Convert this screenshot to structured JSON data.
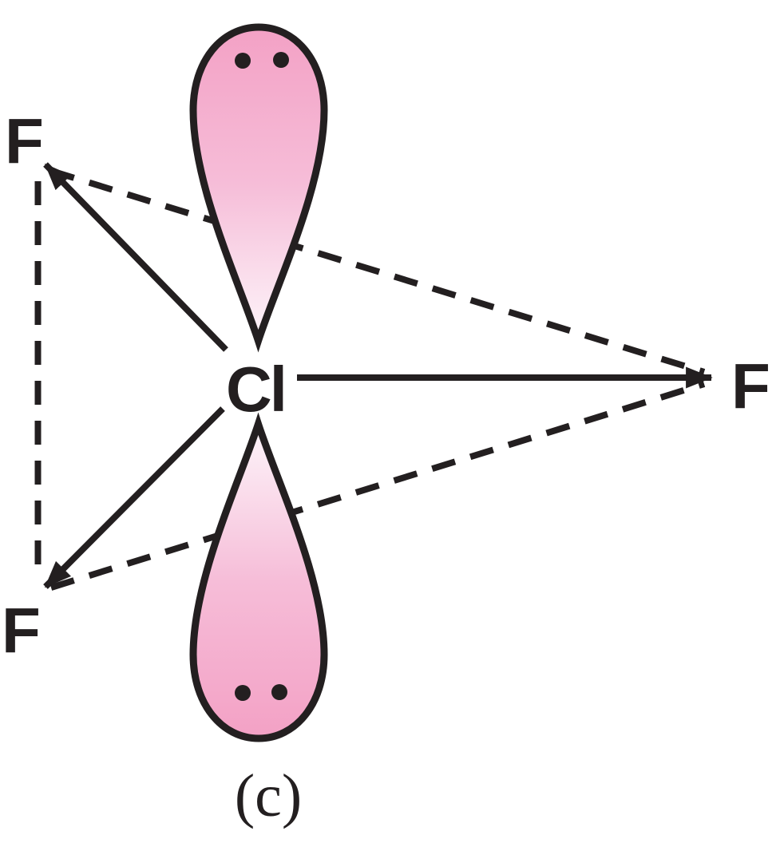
{
  "caption": "(c)",
  "atoms": {
    "central": "Cl",
    "top_left": "F",
    "bottom_left": "F",
    "right": "F"
  },
  "lone_pairs": {
    "top": {
      "position": "above central atom",
      "electron_dots": 2
    },
    "bottom": {
      "position": "below central atom",
      "electron_dots": 2
    }
  },
  "bonds": {
    "solid_arrows": [
      "Cl to F (top-left)",
      "Cl to F (right)",
      "Cl to F (bottom-left)"
    ],
    "dashed_edges": [
      "F (top-left) to F (bottom-left)",
      "F (top-left) to F (right)",
      "F (bottom-left) to F (right)"
    ]
  },
  "colors": {
    "ink": "#231F20",
    "lobe_pink": "#F3A1C5",
    "lobe_pink_mid": "#F6BDD8",
    "lobe_fade": "#FDF5FA",
    "background": "#FFFFFF"
  }
}
